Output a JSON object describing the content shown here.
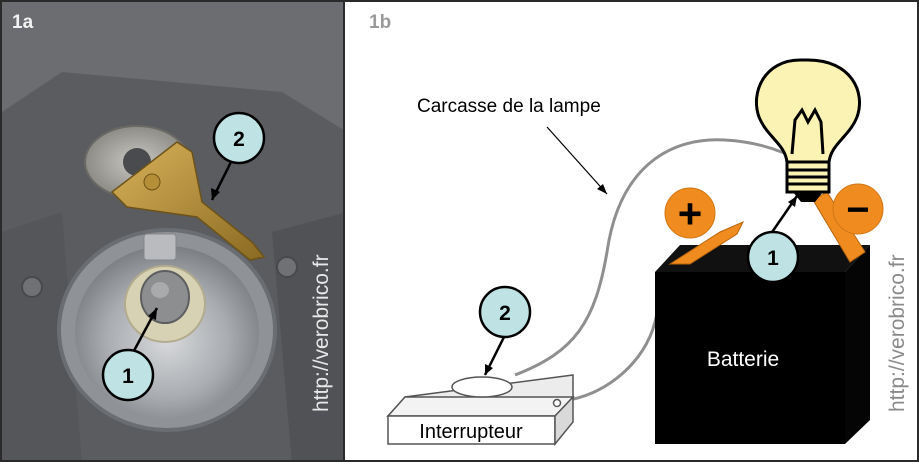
{
  "panel_a": {
    "label": "1a",
    "callout_1": "1",
    "callout_2": "2",
    "watermark": "http://verobrico.fr"
  },
  "panel_b": {
    "label": "1b",
    "carcasse_label": "Carcasse de la lampe",
    "plus_symbol": "+",
    "minus_symbol": "−",
    "callout_1": "1",
    "callout_2": "2",
    "battery_label": "Batterie",
    "switch_label": "Interrupteur",
    "watermark": "http://verobrico.fr"
  },
  "colors": {
    "callout_fill": "#bfe3e4",
    "terminal_orange": "#f08c1f",
    "bulb_yellow": "#fbf3b4",
    "battery_black": "#000000"
  }
}
